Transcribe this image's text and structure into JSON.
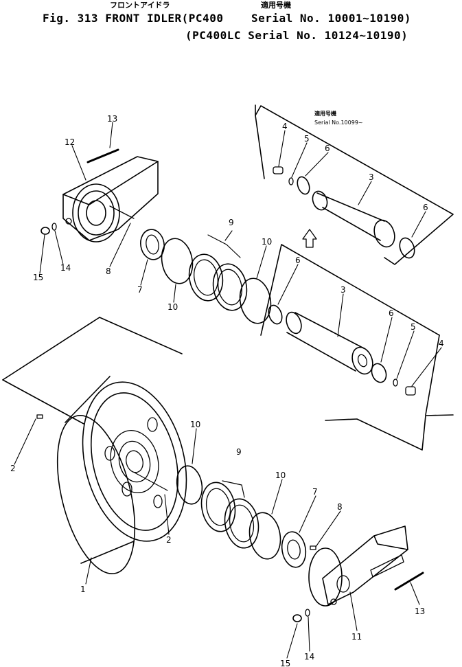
{
  "header": {
    "jp_title": "フロントアイドラ",
    "jp_applicable": "適用号機",
    "line1": "Fig. 313 FRONT IDLER(PC400    Serial No. 10001~10190)",
    "line2": "(PC400LC Serial No. 10124~10190)"
  },
  "inset_note": {
    "jp_applicable": "適用号機",
    "serial": "Serial No.10099~"
  },
  "callouts": {
    "c1": "1",
    "c2a": "2",
    "c2b": "2",
    "c3a": "3",
    "c3b": "3",
    "c4a": "4",
    "c4b": "4",
    "c5a": "5",
    "c5b": "5",
    "c6a": "6",
    "c6b": "6",
    "c6c": "6",
    "c6d": "6",
    "c7a": "7",
    "c7b": "7",
    "c8a": "8",
    "c8b": "8",
    "c9a": "9",
    "c9b": "9",
    "c10a": "10",
    "c10b": "10",
    "c10c": "10",
    "c10d": "10",
    "c11": "11",
    "c12": "12",
    "c13a": "13",
    "c13b": "13",
    "c14a": "14",
    "c14b": "14",
    "c15a": "15",
    "c15b": "15"
  }
}
